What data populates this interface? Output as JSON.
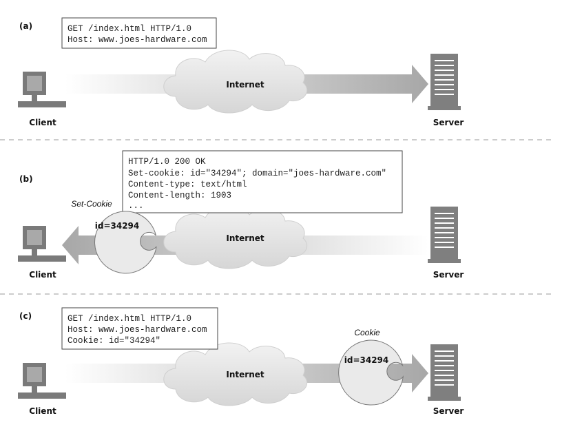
{
  "panels": [
    {
      "label": "(a)",
      "request": [
        "GET /index.html HTTP/1.0",
        "Host: www.joes-hardware.com"
      ],
      "cloud": "Internet",
      "client": "Client",
      "server": "Server"
    },
    {
      "label": "(b)",
      "response": [
        "HTTP/1.0 200 OK",
        "Set-cookie: id=\"34294\"; domain=\"joes-hardware.com\"",
        "Content-type: text/html",
        "Content-length: 1903",
        "..."
      ],
      "cookie_caption": "Set-Cookie",
      "cookie_value": "id=34294",
      "cloud": "Internet",
      "client": "Client",
      "server": "Server"
    },
    {
      "label": "(c)",
      "request": [
        "GET /index.html HTTP/1.0",
        "Host: www.joes-hardware.com",
        "Cookie: id=\"34294\""
      ],
      "cookie_caption": "Cookie",
      "cookie_value": "id=34294",
      "cloud": "Internet",
      "client": "Client",
      "server": "Server"
    }
  ]
}
